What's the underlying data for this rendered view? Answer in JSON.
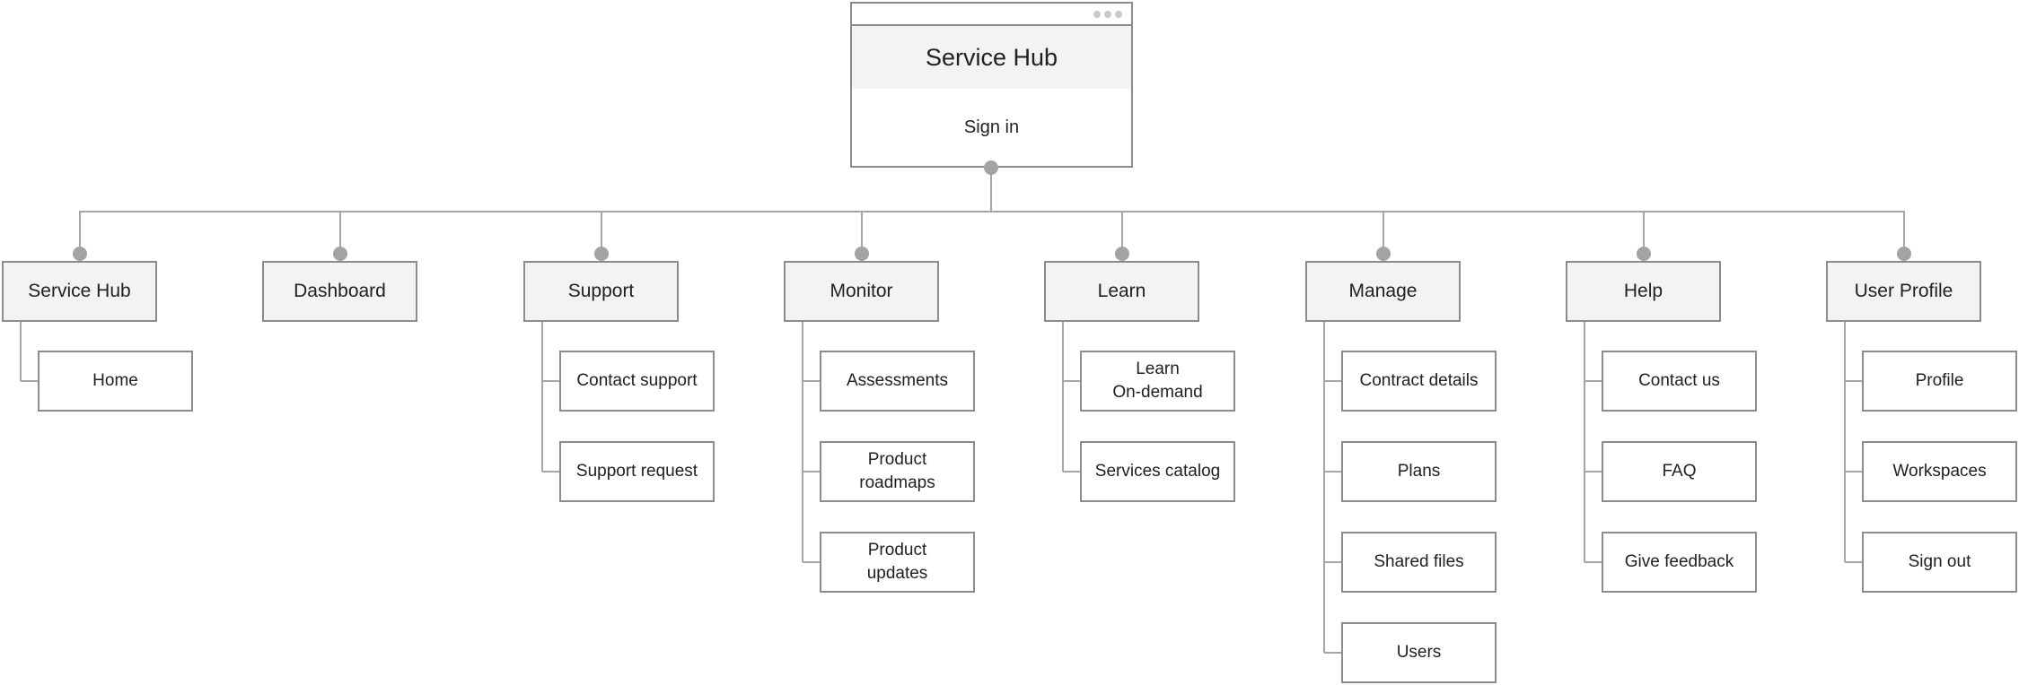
{
  "root": {
    "title": "Service Hub",
    "item": "Sign in",
    "window_icon": "window-menu-dots"
  },
  "nodes": [
    {
      "label": "Service Hub",
      "children": [
        "Home"
      ]
    },
    {
      "label": "Dashboard",
      "children": []
    },
    {
      "label": "Support",
      "children": [
        "Contact support",
        "Support request"
      ]
    },
    {
      "label": "Monitor",
      "children": [
        "Assessments",
        "Product\nroadmaps",
        "Product\nupdates"
      ]
    },
    {
      "label": "Learn",
      "children": [
        "Learn\nOn-demand",
        "Services catalog"
      ]
    },
    {
      "label": "Manage",
      "children": [
        "Contract details",
        "Plans",
        "Shared files",
        "Users"
      ]
    },
    {
      "label": "Help",
      "children": [
        "Contact us",
        "FAQ",
        "Give feedback"
      ]
    },
    {
      "label": "User Profile",
      "children": [
        "Profile",
        "Workspaces",
        "Sign out"
      ]
    }
  ],
  "colors": {
    "canvas_bg": "#ffffff",
    "border": "#8c8c8c",
    "connector_line": "#a6a6a6",
    "connector_dot": "#a3a3a3",
    "top_node_fill": "#f3f3f3",
    "child_node_fill": "#ffffff",
    "window_dot": "#c9c9c9",
    "text": "#212121"
  }
}
